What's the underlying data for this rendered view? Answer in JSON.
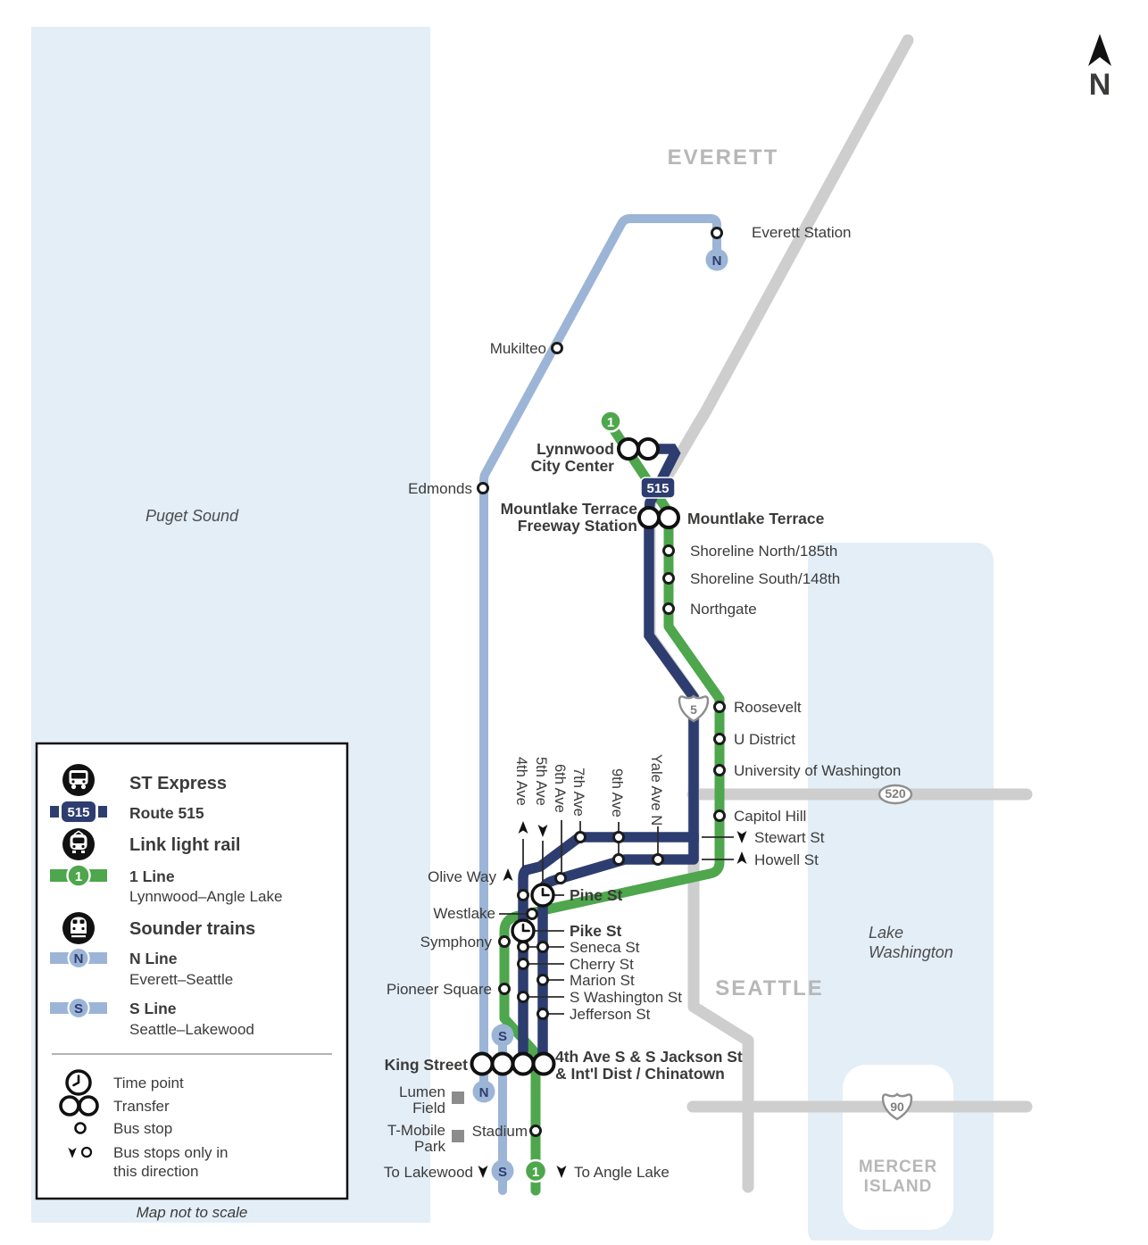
{
  "compass": {
    "north": "N"
  },
  "regions": {
    "everett": "EVERETT",
    "seattle": "SEATTLE",
    "mercer_1": "MERCER",
    "mercer_2": "ISLAND",
    "puget_sound": "Puget Sound",
    "lake_1": "Lake",
    "lake_2": "Washington"
  },
  "shields": {
    "i5": "5",
    "sr520": "520",
    "i90": "90"
  },
  "badges": {
    "route_515": "515",
    "line_1": "1",
    "n_line": "N",
    "s_line": "S"
  },
  "stations": {
    "everett_station": "Everett Station",
    "mukilteo": "Mukilteo",
    "edmonds": "Edmonds",
    "lynnwood_1": "Lynnwood",
    "lynnwood_2": "City Center",
    "mtfs_1": "Mountlake Terrace",
    "mtfs_2": "Freeway Station",
    "mountlake_terrace": "Mountlake Terrace",
    "shoreline_north": "Shoreline North/185th",
    "shoreline_south": "Shoreline South/148th",
    "northgate": "Northgate",
    "roosevelt": "Roosevelt",
    "u_district": "U District",
    "university_of_washington": "University of Washington",
    "capitol_hill": "Capitol Hill",
    "westlake": "Westlake",
    "symphony": "Symphony",
    "pioneer_square": "Pioneer Square",
    "king_street": "King Street",
    "intl_1": "4th Ave S & S Jackson St",
    "intl_2": "& Int'l Dist / Chinatown",
    "stadium": "Stadium",
    "lumen_1": "Lumen",
    "lumen_2": "Field",
    "tmobile_1": "T-Mobile",
    "tmobile_2": "Park"
  },
  "streets": {
    "fourth": "4th Ave",
    "fifth": "5th Ave",
    "sixth": "6th Ave",
    "seventh": "7th Ave",
    "ninth": "9th Ave",
    "yale": "Yale Ave N",
    "olive": "Olive Way",
    "stewart": "Stewart St",
    "howell": "Howell St",
    "pine": "Pine St",
    "pike": "Pike St",
    "seneca": "Seneca St",
    "cherry": "Cherry St",
    "marion": "Marion St",
    "s_washington": "S Washington St",
    "jefferson": "Jefferson St"
  },
  "termini": {
    "to_lakewood": "To Lakewood",
    "to_angle_lake": "To Angle Lake"
  },
  "legend": {
    "st_express": "ST Express",
    "route_515": "Route 515",
    "link": "Link light rail",
    "one_line": "1 Line",
    "one_line_sub": "Lynnwood–Angle Lake",
    "sounder": "Sounder trains",
    "n_line": "N Line",
    "n_line_sub": "Everett–Seattle",
    "s_line": "S Line",
    "s_line_sub": "Seattle–Lakewood",
    "time_point": "Time point",
    "transfer": "Transfer",
    "bus_stop": "Bus stop",
    "dir_1": "Bus stops only in",
    "dir_2": "this direction",
    "note": "Map not to scale"
  },
  "colors": {
    "route_515": "#2d3d6f",
    "line_1": "#4ea64d",
    "sounder": "#9cb5d6",
    "water": "#e4eef7",
    "road": "#cecece",
    "region_label": "#b7b7b7",
    "text": "#3b3b3a"
  }
}
